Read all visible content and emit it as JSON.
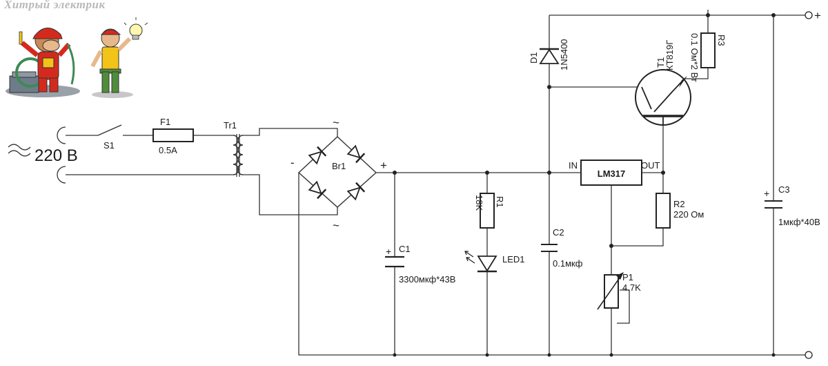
{
  "watermark": "Хитрый электрик",
  "mains": {
    "voltage": "220 В"
  },
  "switch": {
    "ref": "S1"
  },
  "fuse": {
    "ref": "F1",
    "rating": "0.5A"
  },
  "transformer": {
    "ref": "Tr1"
  },
  "bridge": {
    "ref": "Br1",
    "plus": "+",
    "minus": "-",
    "ac_top": "~",
    "ac_bottom": "~"
  },
  "c1": {
    "ref": "C1",
    "value": "3300мкф*43В",
    "polarity": "+"
  },
  "r1": {
    "ref": "R1",
    "value": "18K"
  },
  "led1": {
    "ref": "LED1"
  },
  "c2": {
    "ref": "C2",
    "value": "0.1мкф"
  },
  "d1": {
    "ref": "D1",
    "part": "1N5400"
  },
  "t1": {
    "ref": "T1",
    "part": "КТ819Г"
  },
  "r3": {
    "ref": "R3",
    "value": "0.1 Ом*2 Вт"
  },
  "regulator": {
    "part": "LM317",
    "in_label": "IN",
    "out_label": "OUT"
  },
  "r2": {
    "ref": "R2",
    "value": "220 Ом"
  },
  "p1": {
    "ref": "P1",
    "value": "4.7K"
  },
  "c3": {
    "ref": "C3",
    "value": "1мкф*40В",
    "polarity": "+"
  },
  "output": {
    "plus": "+"
  },
  "colors": {
    "line": "#333333",
    "figure_red": "#d42a1e",
    "figure_yellow": "#f2c318",
    "figure_green": "#4f8d3a",
    "watermark": "#b9b9b9"
  }
}
